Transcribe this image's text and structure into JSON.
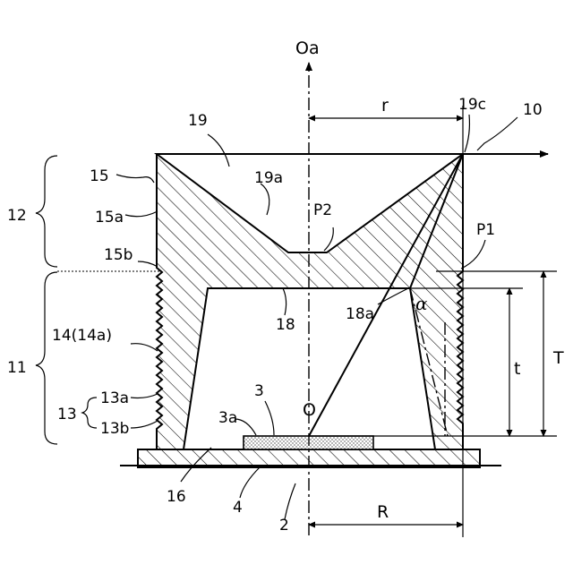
{
  "labels": {
    "axis": "Oa",
    "ref_10": "10",
    "r": "r",
    "ref_19": "19",
    "ref_19c": "19c",
    "ref_19a": "19a",
    "ref_15": "15",
    "ref_15a": "15a",
    "ref_12": "12",
    "ref_15b": "15b",
    "P2": "P2",
    "P1": "P1",
    "T": "T",
    "t": "t",
    "ref_18a": "18a",
    "alpha": "α",
    "ref_18": "18",
    "ref_14": "14(14a)",
    "ref_11": "11",
    "ref_13": "13",
    "ref_13a": "13a",
    "ref_13b": "13b",
    "ref_3": "3",
    "ref_3a": "3a",
    "O": "O",
    "ref_16": "16",
    "ref_4": "4",
    "ref_2": "2",
    "R": "R"
  }
}
